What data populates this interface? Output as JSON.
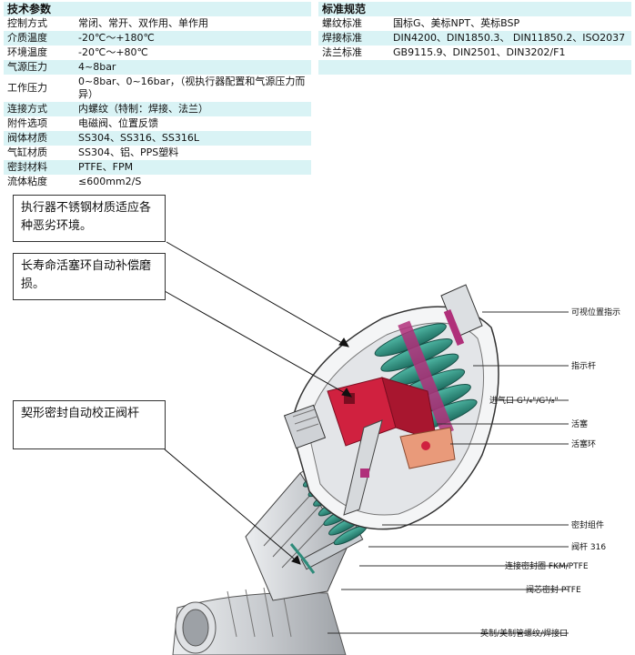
{
  "tech_params": {
    "title": "技术参数",
    "rows": [
      {
        "key": "控制方式",
        "value": "常闭、常开、双作用、单作用"
      },
      {
        "key": "介质温度",
        "value": "-20℃～+180℃"
      },
      {
        "key": "环境温度",
        "value": "-20℃～+80℃"
      },
      {
        "key": "气源压力",
        "value": "4~8bar"
      },
      {
        "key": "工作压力",
        "value": "0~8bar、0~16bar，（视执行器配置和气源压力而异）"
      },
      {
        "key": "连接方式",
        "value": "内螺纹（特制：焊接、法兰）"
      },
      {
        "key": "附件选项",
        "value": "电磁阀、位置反馈"
      },
      {
        "key": "阀体材质",
        "value": "SS304、SS316、SS316L"
      },
      {
        "key": "气缸材质",
        "value": "SS304、铝、PPS塑料"
      },
      {
        "key": "密封材料",
        "value": "PTFE、FPM"
      },
      {
        "key": "流体粘度",
        "value": "≤600mm2/S"
      }
    ]
  },
  "standards": {
    "title": "标准规范",
    "rows": [
      {
        "key": "螺纹标准",
        "value": "国标G、美标NPT、英标BSP"
      },
      {
        "key": "焊接标准",
        "value": "DIN4200、DIN1850.3、 DIN11850.2、ISO2037"
      },
      {
        "key": "法兰标准",
        "value": "GB9115.9、DIN2501、DIN3202/F1"
      }
    ]
  },
  "callouts": {
    "stainless": "执行器不锈钢材质适应各种恶劣环境。",
    "piston_ring": "长寿命活塞环自动补偿磨损。",
    "wedge_seal": "契形密封自动校正阀杆"
  },
  "parts": {
    "visual_indicator": "可视位置指示",
    "indicator_rod": "指示杆",
    "air_inlet": "进气口 G¹/₄\"/G¹/₈\"",
    "piston": "活塞",
    "piston_ring": "活塞环",
    "seal_assembly": "密封组件",
    "stem": "阀杆 316",
    "connection_seal": "连接密封圈 FKM/PTFE",
    "core_seal": "阀芯密封 PTFE",
    "pipe_thread": "英制/美制管螺纹/焊接口"
  },
  "colors": {
    "table_stripe": "#d9f3f5",
    "spring": "#2e8b7a",
    "piston": "#d0213f",
    "stem_pink": "#b0307a",
    "body_gray": "#c9ccd0"
  }
}
